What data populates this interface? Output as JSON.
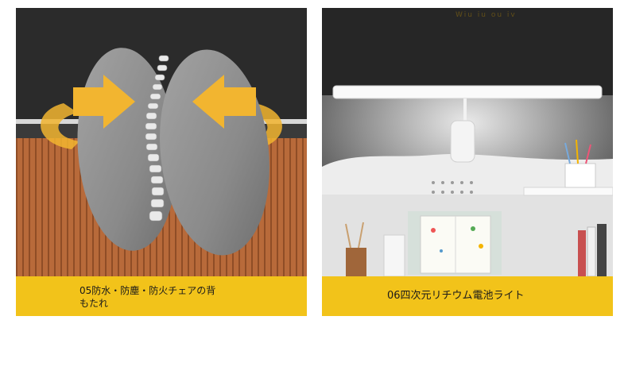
{
  "panels": [
    {
      "caption_line1": "05防水・防塵・防火チェアの背",
      "caption_line2": "もたれ",
      "photo": "gray-backrest-cushions-with-spine-and-arrows",
      "colors": {
        "caption_bg": "#f2c31a",
        "wall": "#2b2b2b",
        "wood": "#b86a3a",
        "arrow": "#f2b530",
        "cushion": "#8e8e8e"
      }
    },
    {
      "caption": "06四次元リチウム電池ライト",
      "watermark": "Wiu iu ou iv",
      "photo": "led-desk-light-bar-over-white-desk-shelf",
      "colors": {
        "caption_bg": "#f2c31a",
        "wall": "#262626",
        "desk": "#f0f0f0",
        "light": "#ffffff"
      }
    }
  ]
}
